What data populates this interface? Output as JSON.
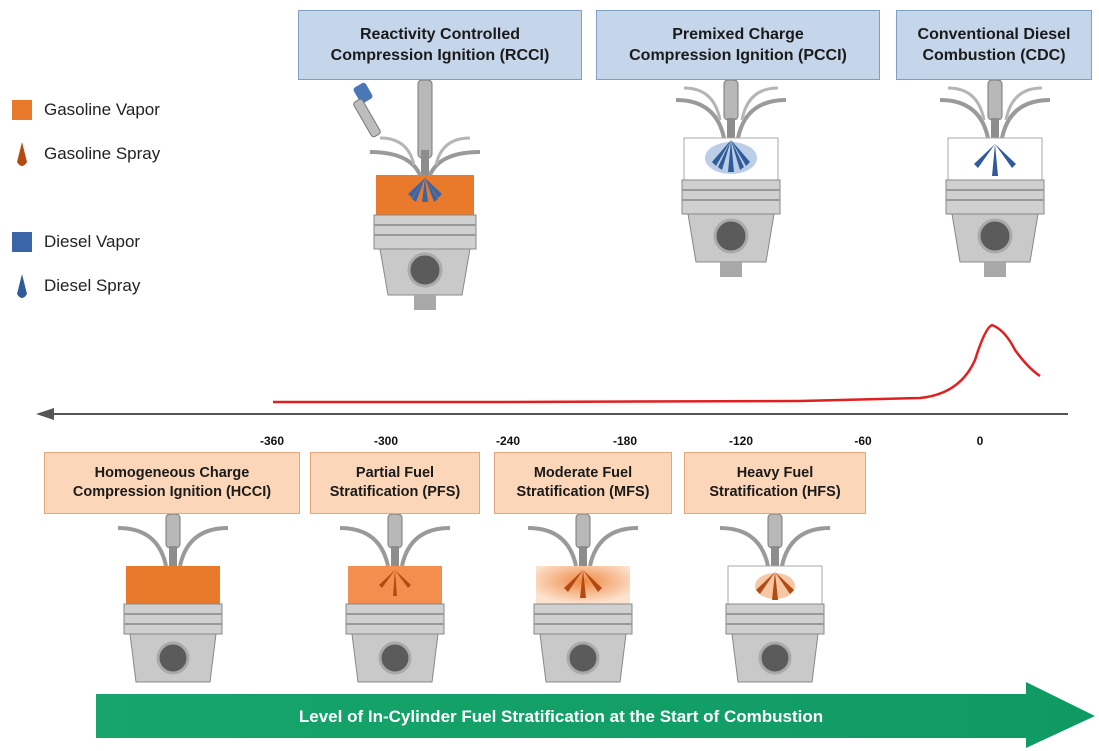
{
  "legend": [
    {
      "label": "Gasoline Vapor",
      "kind": "vapor",
      "color": "#ea7a2b"
    },
    {
      "label": "Gasoline Spray",
      "kind": "spray",
      "color": "#b24a12"
    },
    {
      "label": "Diesel Vapor",
      "kind": "vapor",
      "color": "#3a66a7"
    },
    {
      "label": "Diesel Spray",
      "kind": "spray",
      "color": "#2f5b9a"
    }
  ],
  "top_modes": [
    {
      "line1": "Reactivity Controlled",
      "line2": "Compression Ignition (RCCI)"
    },
    {
      "line1": "Premixed Charge",
      "line2": "Compression Ignition (PCCI)"
    },
    {
      "line1": "Conventional Diesel",
      "line2": "Combustion (CDC)"
    }
  ],
  "bottom_modes": [
    {
      "line1": "Homogeneous Charge",
      "line2": "Compression Ignition (HCCI)"
    },
    {
      "line1": "Partial Fuel",
      "line2": "Stratification (PFS)"
    },
    {
      "line1": "Moderate Fuel",
      "line2": "Stratification (MFS)"
    },
    {
      "line1": "Heavy Fuel",
      "line2": "Stratification (HFS)"
    }
  ],
  "axis_ticks": [
    "-360",
    "-300",
    "-240",
    "-180",
    "-120",
    "-60",
    "0"
  ],
  "bottom_arrow_label": "Level of In-Cylinder Fuel Stratification at the Start of Combustion",
  "colors": {
    "top_box_fill": "#c5d6ea",
    "bottom_box_fill": "#fbd6b8",
    "curve": "#e02020",
    "axis": "#555555",
    "arrow": "#13a36a"
  }
}
